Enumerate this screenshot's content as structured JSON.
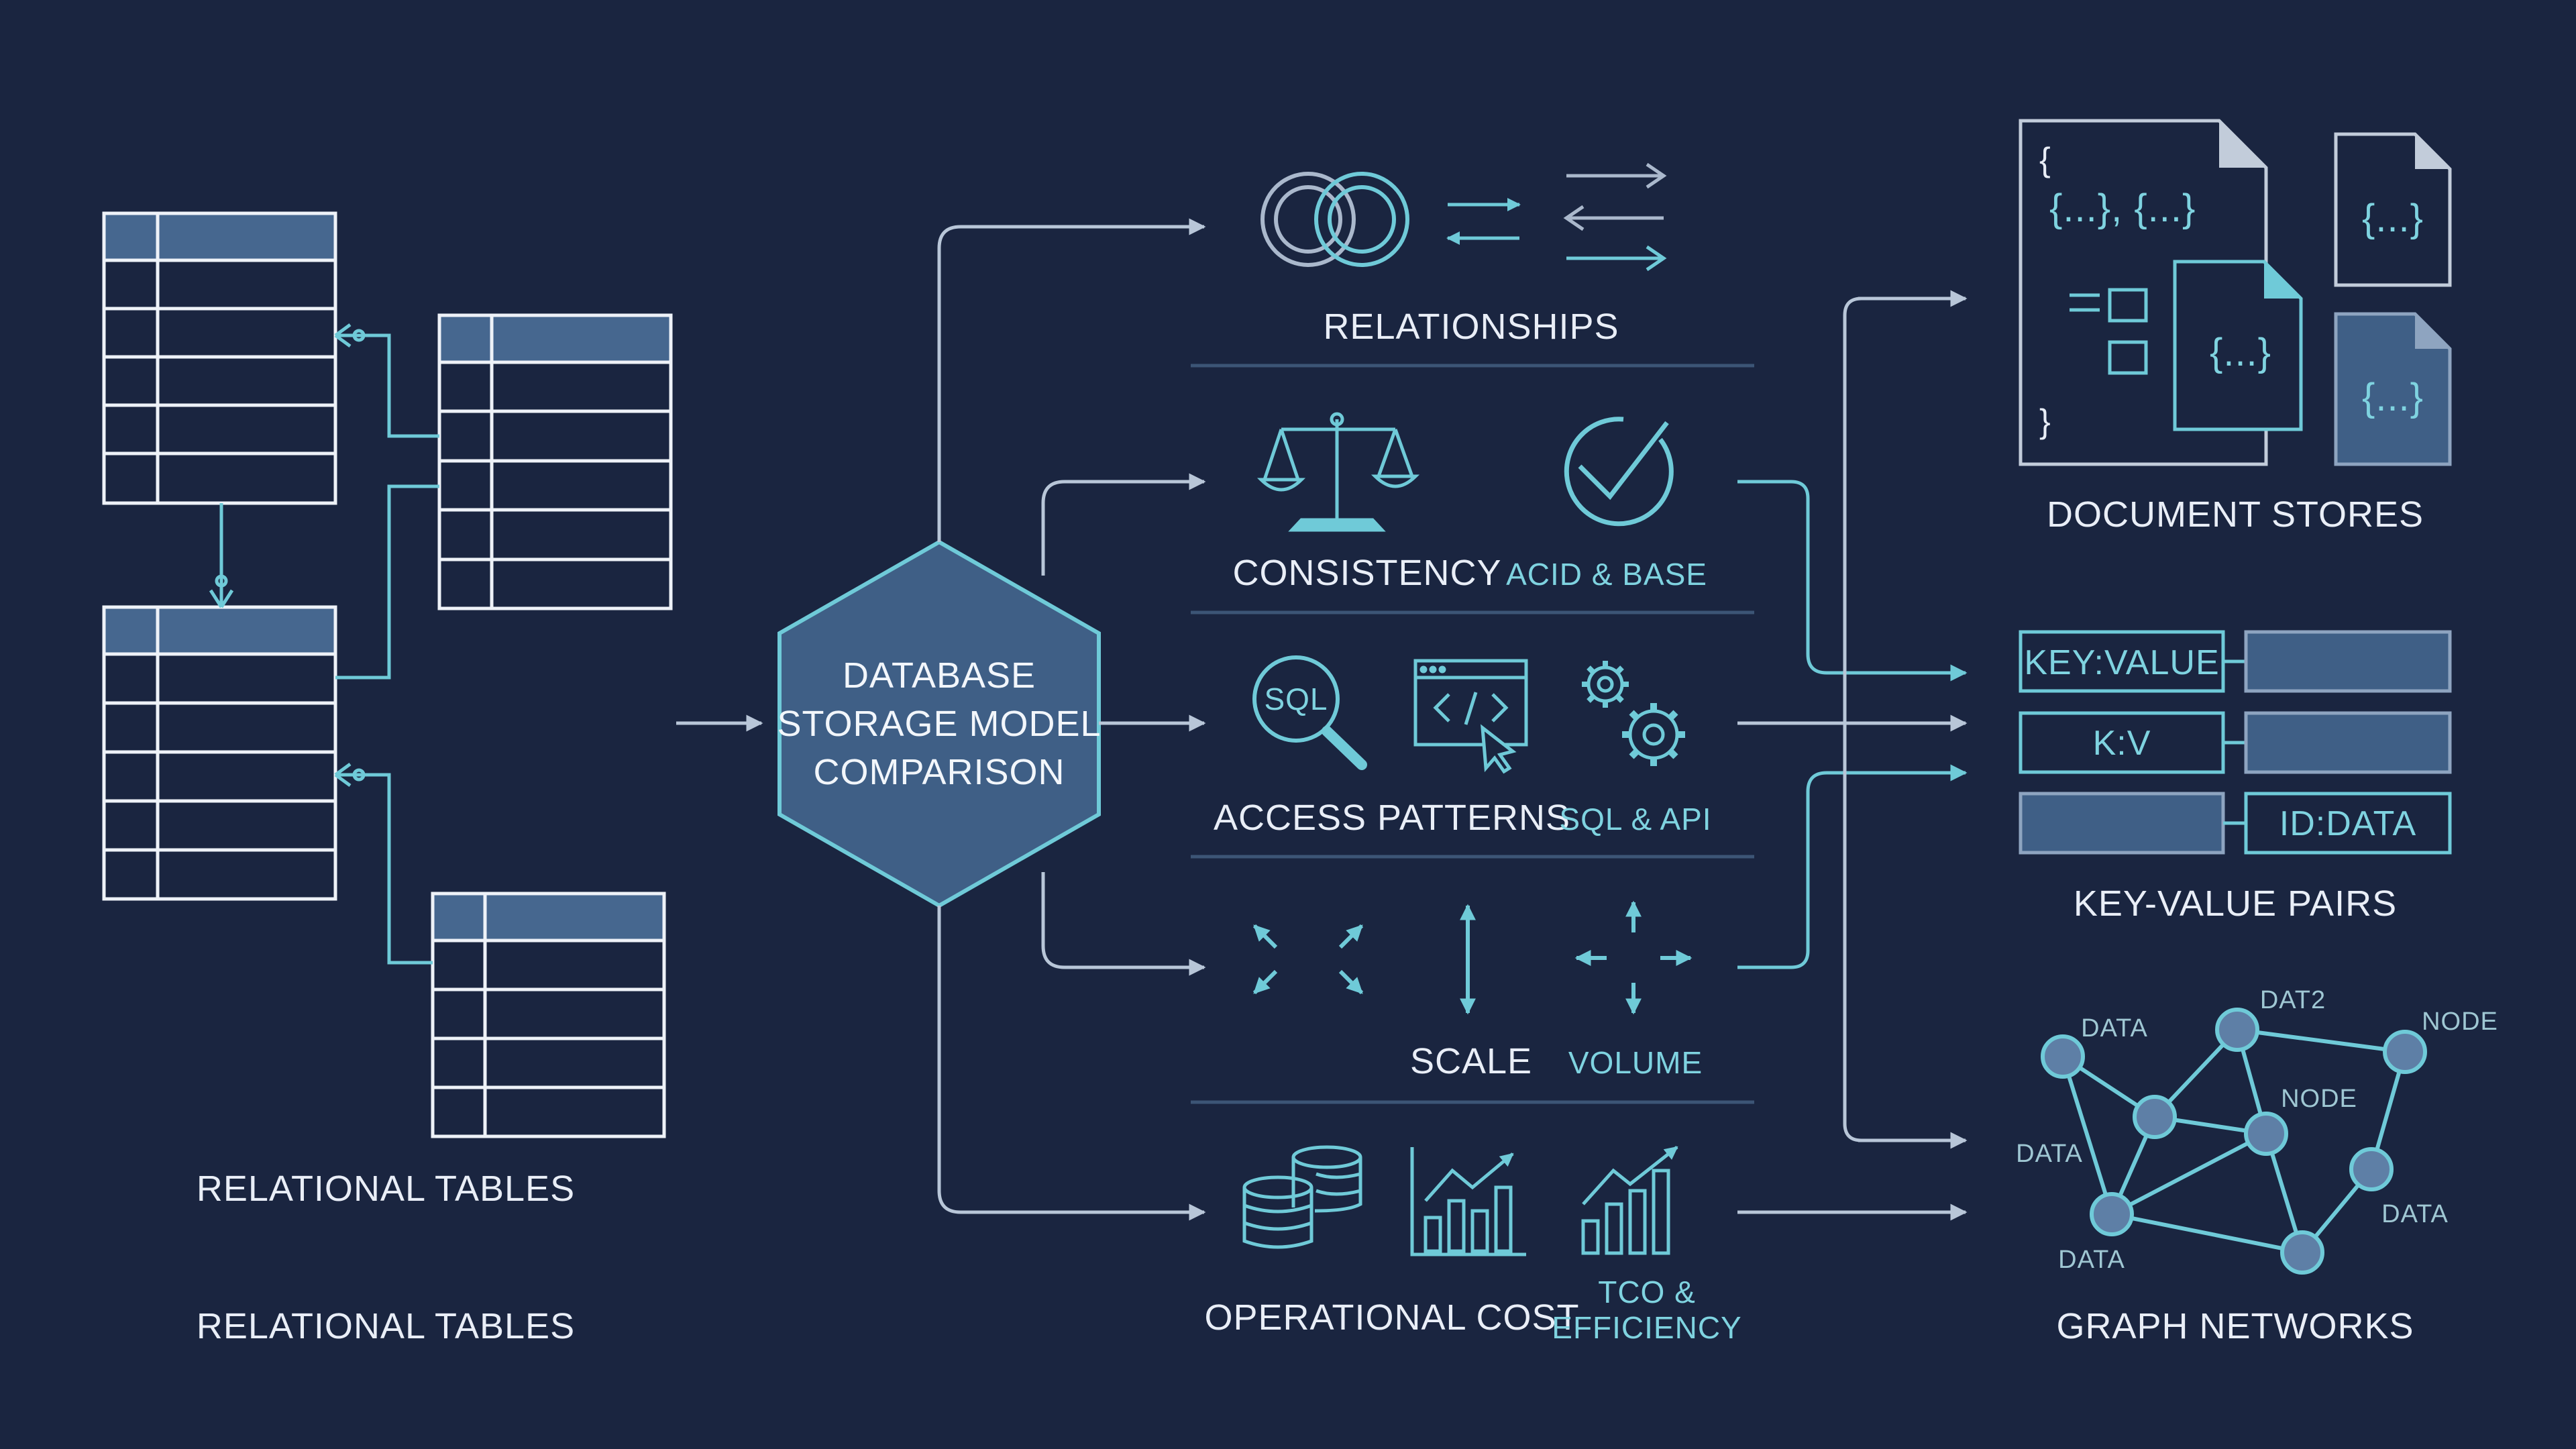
{
  "center": {
    "line1": "DATABASE",
    "line2": "STORAGE MODEL",
    "line3": "COMPARISON"
  },
  "left": {
    "label_1": "RELATIONAL TABLES",
    "label_2": "RELATIONAL TABLES"
  },
  "criteria": {
    "relationships": {
      "label": "RELATIONSHIPS"
    },
    "consistency": {
      "label": "CONSISTENCY",
      "sub": "ACID & BASE"
    },
    "access": {
      "label": "ACCESS PATTERNS",
      "sub": "SQL & API",
      "sql_icon_text": "SQL"
    },
    "scale": {
      "label": "SCALE",
      "sub": "VOLUME"
    },
    "cost": {
      "label": "OPERATIONAL COST",
      "sub_line1": "TCO &",
      "sub_line2": "EFFICIENCY"
    }
  },
  "document_stores": {
    "label": "DOCUMENT STORES",
    "brace_open": "{",
    "brace_close": "}",
    "json_line": "{...}, {...}",
    "doc_token": "{...}"
  },
  "key_value": {
    "label": "KEY-VALUE PAIRS",
    "row1": "KEY:VALUE",
    "row2": "K:V",
    "row3": "ID:DATA"
  },
  "graph": {
    "label": "GRAPH NETWORKS",
    "node_labels": [
      "DATA",
      "DAT2",
      "NODE",
      "NODE",
      "DATA",
      "DATA",
      "DATA"
    ]
  },
  "colors": {
    "background": "#1a2540",
    "accent_cyan": "#6fcad8",
    "white_line": "#e9eef7",
    "hex_fill": "#3f5f86",
    "connector": "#b8c6d8"
  }
}
